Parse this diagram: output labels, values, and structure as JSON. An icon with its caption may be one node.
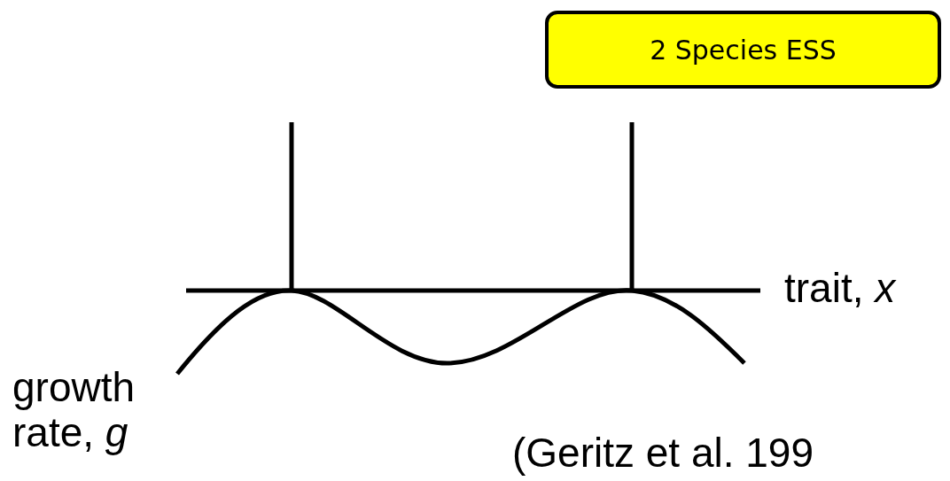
{
  "diagram": {
    "nodes": [
      {
        "text": [
          "2 Species ESS"
        ]
      }
    ],
    "labels": [
      "trait, *x*",
      "growth rate, *g*",
      "(Geritz et al. 199"
    ]
  }
}
